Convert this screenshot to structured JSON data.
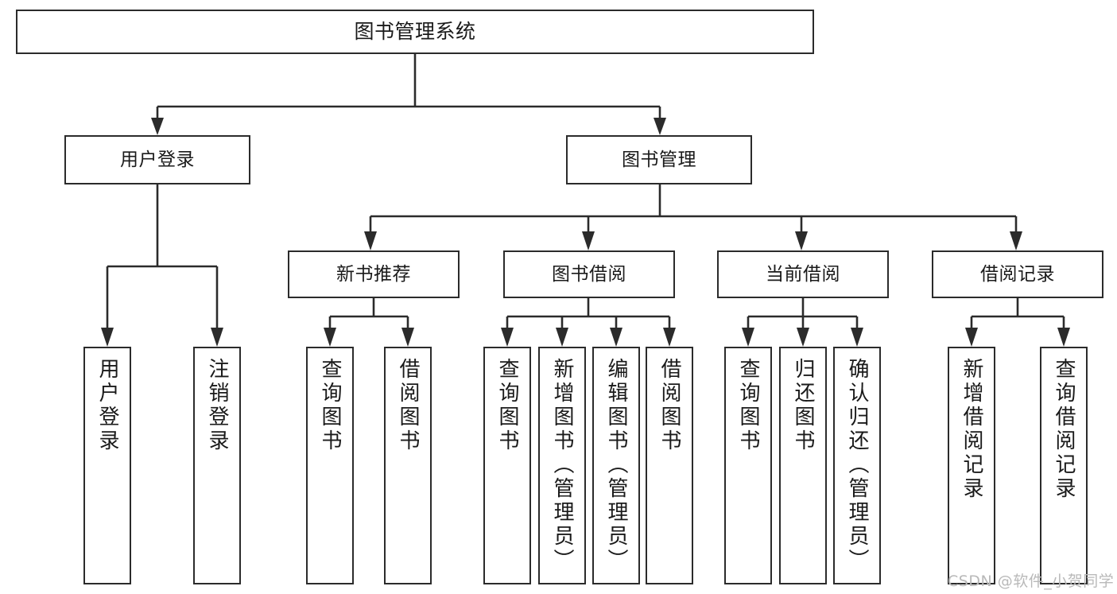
{
  "diagram": {
    "type": "tree-hierarchy-chart",
    "title_text": "图书管理系统",
    "watermark": "CSDN @软件_小贺同学",
    "colors": {
      "stroke": "#2b2b2b",
      "fill": "#ffffff",
      "text": "#1a1a1a",
      "watermark": "#b9b9b9"
    },
    "levels": {
      "level1": [
        "图书管理系统"
      ],
      "level2": [
        "用户登录",
        "图书管理"
      ],
      "level3": [
        "新书推荐",
        "图书借阅",
        "当前借阅",
        "借阅记录"
      ],
      "level4": [
        "用户登录",
        "注销登录",
        "查询图书",
        "借阅图书",
        "查询图书",
        "新增图书（管理员）",
        "编辑图书（管理员）",
        "借阅图书",
        "查询图书",
        "归还图书",
        "确认归还（管理员）",
        "新增借阅记录",
        "查询借阅记录"
      ]
    },
    "nodes": {
      "root": {
        "label": "图书管理系统"
      },
      "user_login": {
        "label": "用户登录"
      },
      "book_manage": {
        "label": "图书管理"
      },
      "new_book_rec": {
        "label": "新书推荐"
      },
      "book_borrow": {
        "label": "图书借阅"
      },
      "current_borrow": {
        "label": "当前借阅"
      },
      "borrow_record": {
        "label": "借阅记录"
      },
      "leaf_user_login": {
        "label": "用户登录"
      },
      "leaf_logout": {
        "label": "注销登录"
      },
      "leaf_query_book_1": {
        "label": "查询图书"
      },
      "leaf_borrow_book_1": {
        "label": "借阅图书"
      },
      "leaf_query_book_2": {
        "label": "查询图书"
      },
      "leaf_add_book": {
        "label": "新增图书（管理员）"
      },
      "leaf_edit_book": {
        "label": "编辑图书（管理员）"
      },
      "leaf_borrow_book_2": {
        "label": "借阅图书"
      },
      "leaf_query_book_3": {
        "label": "查询图书"
      },
      "leaf_return_book": {
        "label": "归还图书"
      },
      "leaf_confirm_return": {
        "label": "确认归还（管理员）"
      },
      "leaf_add_record": {
        "label": "新增借阅记录"
      },
      "leaf_query_record": {
        "label": "查询借阅记录"
      }
    },
    "edges": [
      {
        "from": "图书管理系统",
        "to": "用户登录"
      },
      {
        "from": "图书管理系统",
        "to": "图书管理"
      },
      {
        "from": "用户登录",
        "to": "用户登录"
      },
      {
        "from": "用户登录",
        "to": "注销登录"
      },
      {
        "from": "图书管理",
        "to": "新书推荐"
      },
      {
        "from": "图书管理",
        "to": "图书借阅"
      },
      {
        "from": "图书管理",
        "to": "当前借阅"
      },
      {
        "from": "图书管理",
        "to": "借阅记录"
      },
      {
        "from": "新书推荐",
        "to": "查询图书"
      },
      {
        "from": "新书推荐",
        "to": "借阅图书"
      },
      {
        "from": "图书借阅",
        "to": "查询图书"
      },
      {
        "from": "图书借阅",
        "to": "新增图书（管理员）"
      },
      {
        "from": "图书借阅",
        "to": "编辑图书（管理员）"
      },
      {
        "from": "图书借阅",
        "to": "借阅图书"
      },
      {
        "from": "当前借阅",
        "to": "查询图书"
      },
      {
        "from": "当前借阅",
        "to": "归还图书"
      },
      {
        "from": "当前借阅",
        "to": "确认归还（管理员）"
      },
      {
        "from": "借阅记录",
        "to": "新增借阅记录"
      },
      {
        "from": "借阅记录",
        "to": "查询借阅记录"
      }
    ]
  }
}
